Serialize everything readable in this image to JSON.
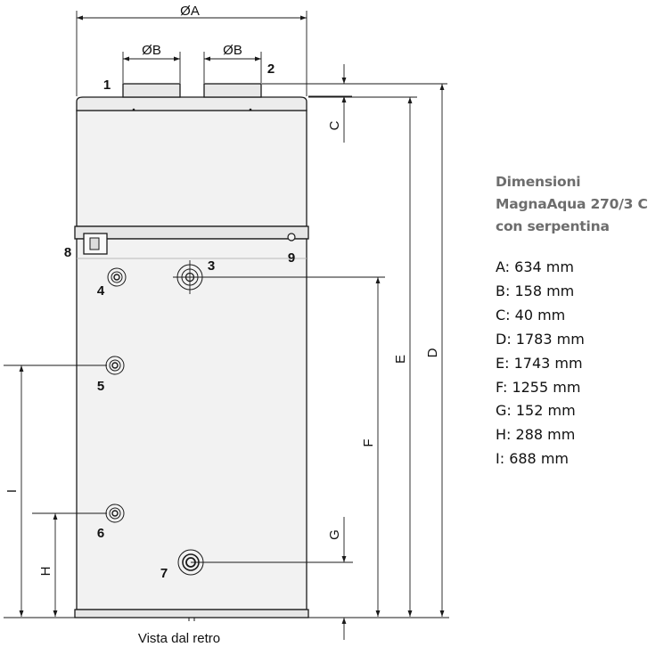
{
  "title_lines": [
    "Dimensioni",
    "MagnaAqua 270/3 C",
    "con serpentina"
  ],
  "dimension_labels": {
    "a": "ØA",
    "b1": "ØB",
    "b2": "ØB",
    "c": "C",
    "d": "D",
    "e": "E",
    "f": "F",
    "g": "G",
    "h": "H",
    "i": "I"
  },
  "callouts": [
    "1",
    "2",
    "3",
    "4",
    "5",
    "6",
    "7",
    "8",
    "9"
  ],
  "caption": "Vista dal retro",
  "specs": [
    "A: 634 mm",
    "B: 158 mm",
    "C: 40 mm",
    "D: 1783 mm",
    "E: 1743 mm",
    "F: 1255 mm",
    "G: 152 mm",
    "H: 288 mm",
    "I: 688 mm"
  ],
  "colors": {
    "tank_fill": "#f2f2f2",
    "line": "#1a1a1a",
    "title": "#6d6d6d"
  }
}
